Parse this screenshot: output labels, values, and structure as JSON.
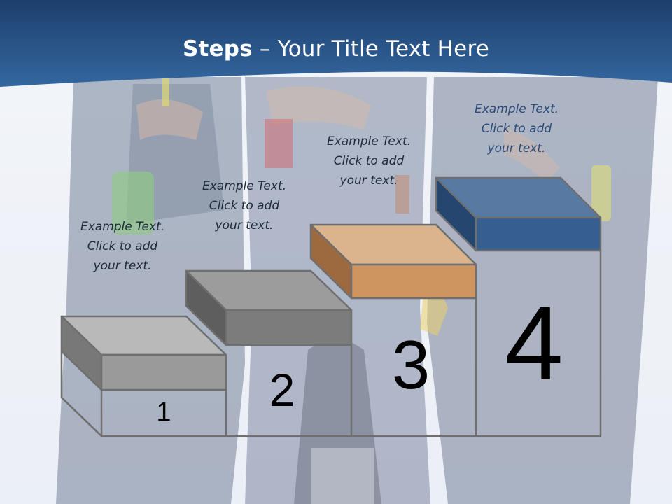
{
  "slide": {
    "title_bold": "Steps",
    "title_rest": " – Your Title Text Here"
  },
  "steps": [
    {
      "number": "1",
      "caption": [
        "Example Text.",
        "Click  to add",
        "your text."
      ],
      "color": "#8f8f8f"
    },
    {
      "number": "2",
      "caption": [
        "Example Text.",
        "Click  to add",
        "your text."
      ],
      "color": "#7a7a7a"
    },
    {
      "number": "3",
      "caption": [
        "Example Text.",
        "Click  to add",
        "your text."
      ],
      "color": "#cf9560"
    },
    {
      "number": "4",
      "caption": [
        "Example Text.",
        "Click  to add",
        "your text."
      ],
      "color": "#365f8f"
    }
  ],
  "colors": {
    "header": "#2b5a8c",
    "outline": "#6f6f6f"
  }
}
